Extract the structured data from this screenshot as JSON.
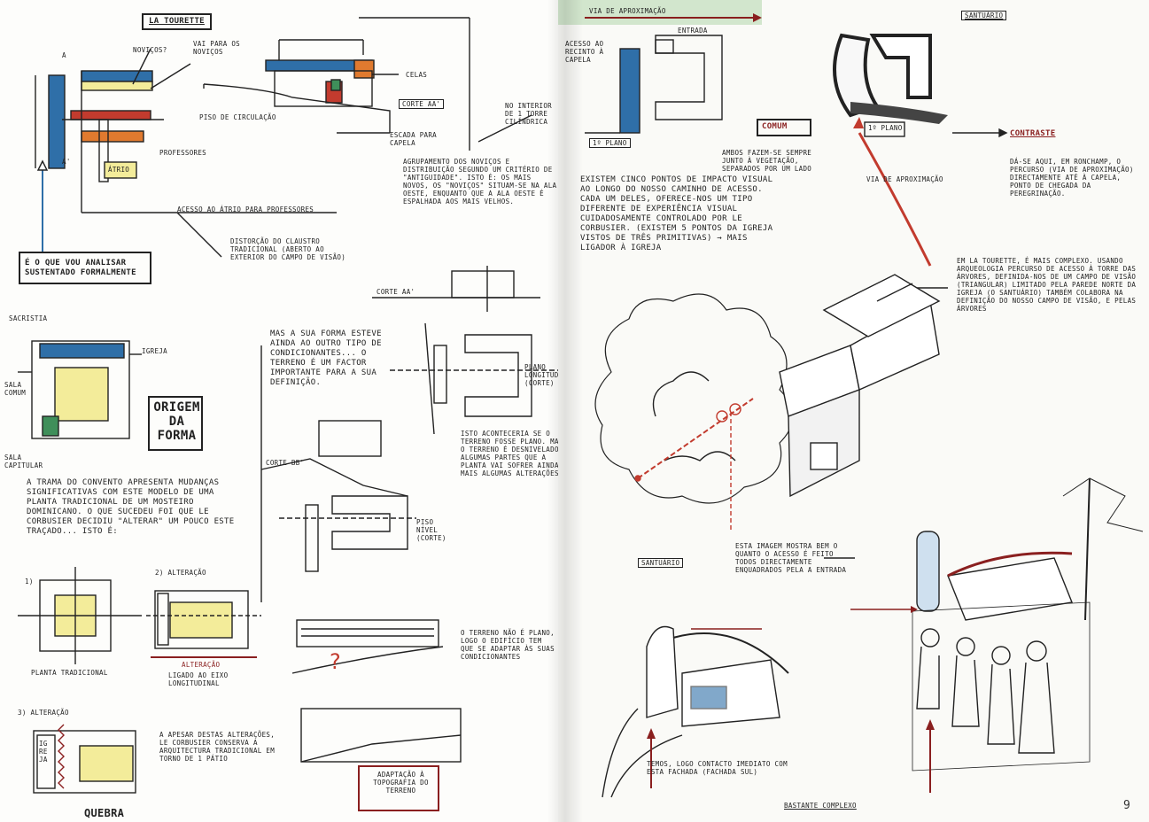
{
  "left_page": {
    "title": "LA TOURETTE",
    "notes": {
      "novicos": "NOVIÇOS?",
      "vai_para_novicos": "VAI PARA OS NOVIÇOS",
      "a": "A",
      "a2": "A'",
      "piso_circulacao": "PISO DE CIRCULAÇÃO",
      "professores": "PROFESSORES",
      "atrio": "ÁTRIO",
      "celas": "CELAS",
      "corte_aa": "CORTE AA'",
      "escada_capela": "ESCADA PARA CAPELA",
      "no_interior": "NO INTERIOR DE 1 TORRE CILÍNDRICA",
      "acesso_atrio": "ACESSO AO ÁTRIO PARA PROFESSORES",
      "e_o_que_analisar": "É O QUE VOU ANALISAR SUSTENTADO FORMALMENTE",
      "agrupamento": "AGRUPAMENTO DOS NOVIÇOS E DISTRIBUIÇÃO SEGUNDO UM CRITÉRIO DE \"ANTIGUIDADE\". ISTO É: OS MAIS NOVOS, OS \"NOVIÇOS\" SITUAM-SE NA ALA OESTE, ENQUANTO QUE A ALA OESTE É ESPALHADA AOS MAIS VELHOS.",
      "distorcao": "DISTORÇÃO DO CLAUSTRO TRADICIONAL (ABERTO AO EXTERIOR DO CAMPO DE VISÃO)",
      "sacristia": "SACRISTIA",
      "igreja_lbl": "IGREJA",
      "sala_comum": "SALA COMUM",
      "sala_capitular": "SALA CAPITULAR",
      "origem_forma": "ORIGEM DA FORMA",
      "paragrafo_1": "A TRAMA DO CONVENTO APRESENTA MUDANÇAS SIGNIFICATIVAS COM ESTE MODELO DE UMA PLANTA TRADICIONAL DE UM MOSTEIRO DOMINICANO. O QUE SUCEDEU FOI QUE LE CORBUSIER DECIDIU \"ALTERAR\" UM POUCO ESTE TRAÇADO... ISTO É:",
      "passo_1": "1)",
      "passo_2": "2) ALTERAÇÃO",
      "passo_3": "3) ALTERAÇÃO",
      "planta_tradicional": "PLANTA TRADICIONAL",
      "alteracao_label": "ALTERAÇÃO",
      "ligado_eixo": "LIGADO AO EIXO LONGITUDINAL",
      "quebra": "QUEBRA",
      "igreja_vert": "IGREJA",
      "apesar_destas": "A APESAR DESTAS ALTERAÇÕES, LE CORBUSIER CONSERVA A ARQUITECTURA TRADICIONAL EM TORNO DE 1 PÁTIO",
      "mas_forma": "MAS A SUA FORMA ESTEVE AINDA AO OUTRO TIPO DE CONDICIONANTES... O TERRENO É UM FACTOR IMPORTANTE PARA A SUA DEFINIÇÃO.",
      "corte_aa_2": "CORTE AA'",
      "corte_bb": "CORTE BB'",
      "plano_longitudinal": "PLANO LONGITUDINAL (CORTE)",
      "piso_nivel": "PISO NÍVEL (CORTE)",
      "isto_acontecera": "ISTO ACONTECERIA SE O TERRENO FOSSE PLANO. MAS O TERRENO É DESNIVELADO ALGUMAS PARTES QUE A PLANTA VAI SOFRER AINDA MAIS ALGUMAS ALTERAÇÕES.",
      "o_terreno_nao": "O TERRENO NÃO É PLANO, LOGO O EDIFÍCIO TEM QUE SE ADAPTAR ÀS SUAS CONDICIONANTES",
      "adaptacao": "ADAPTAÇÃO À TOPOGRAFIA DO TERRENO",
      "question": "?"
    }
  },
  "right_page": {
    "title": "SANTUÁRIO",
    "notes": {
      "via_aproximacao": "VIA DE APROXIMAÇÃO",
      "acesso_ao_recinto": "ACESSO AO RECINTO À CAPELA",
      "entrada": "ENTRADA",
      "primeiro_plano": "1º PLANO",
      "existem_cinco": "EXISTEM CINCO PONTOS DE IMPACTO VISUAL AO LONGO DO NOSSO CAMINHO DE ACESSO. CADA UM DELES, OFERECE-NOS UM TIPO DIFERENTE DE EXPERIÊNCIA VISUAL CUIDADOSAMENTE CONTROLADO POR LE CORBUSIER. (EXISTEM 5 PONTOS DA IGREJA VISTOS DE TRÊS PRIMITIVAS) → MAIS LIGADOR À IGREJA",
      "comum": "COMUM",
      "ambos_fazem": "AMBOS FAZEM-SE SEMPRE JUNTO À VEGETAÇÃO, SEPARADOS POR UM LADO",
      "terreno": "1º PLANO",
      "via_aproximacao_2": "VIA DE APROXIMAÇÃO",
      "contraste": "CONTRASTE",
      "da_se_aqui": "DÁ-SE AQUI, EM RONCHAMP, O PERCURSO (VIA DE APROXIMAÇÃO) DIRECTAMENTE ATÉ À CAPELA, PONTO DE CHEGADA DA PEREGRINAÇÃO.",
      "em_la_tourette": "EM LA TOURETTE, É MAIS COMPLEXO. USANDO ARQUEOLOGIA PERCURSO DE ACESSO À TORRE DAS ÁRVORES, DEFINIDA-NOS DE UM CAMPO DE VISÃO (TRIANGULAR) LIMITADO PELA PAREDE NORTE DA IGREJA (O SANTUÁRIO) TAMBÉM COLABORA NA DEFINIÇÃO DO NOSSO CAMPO DE VISÃO, E PELAS ÁRVORES",
      "santuario_2": "SANTUÁRIO",
      "esta_imagem": "ESTA IMAGEM MOSTRA BEM O QUANTO O ACESSO É FEITO TODOS DIRECTAMENTE ENQUADRADOS PELA A ENTRADA",
      "temos_logo": "TEMOS, LOGO CONTACTO IMEDIATO COM ESTA FACHADA (FACHADA SUL)",
      "bastante_complexo": "BASTANTE COMPLEXO",
      "page_number": "9"
    }
  },
  "colors": {
    "ink": "#222222",
    "red": "#8a1f1f",
    "blue": "#2f6fa8",
    "orange": "#e07a2f",
    "yellow": "#f3ec9a",
    "green": "#3f8f5a",
    "leaf_green": "#b7d9b0"
  }
}
